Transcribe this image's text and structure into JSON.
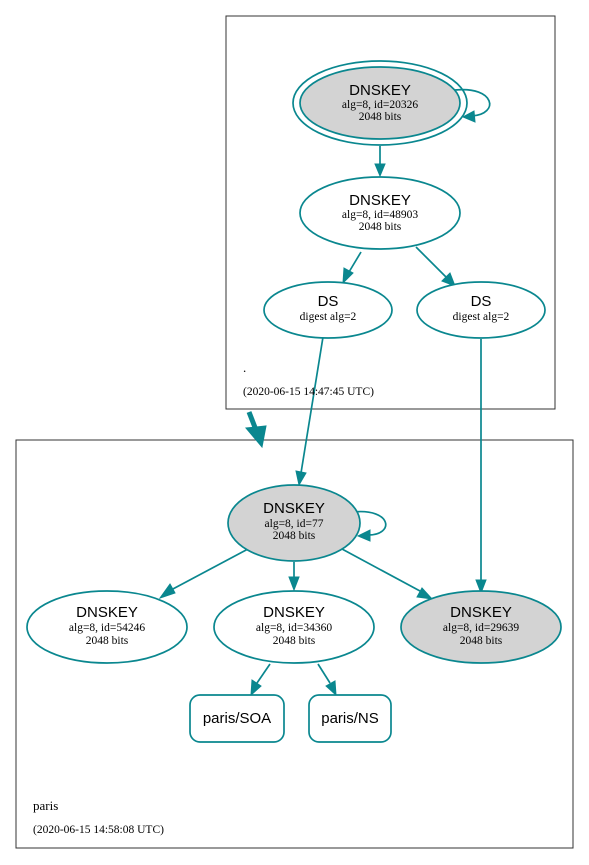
{
  "colors": {
    "edge": "#0a878f",
    "node_border": "#0a878f",
    "trust_anchor_fill": "#d3d3d3",
    "plain_fill": "#ffffff",
    "zone_border": "#333333"
  },
  "zones": {
    "root": {
      "name": ".",
      "timestamp": "(2020-06-15 14:47:45 UTC)"
    },
    "paris": {
      "name": "paris",
      "timestamp": "(2020-06-15 14:58:08 UTC)"
    }
  },
  "nodes": {
    "root_ksk": {
      "title": "DNSKEY",
      "line1": "alg=8, id=20326",
      "line2": "2048 bits"
    },
    "root_zsk": {
      "title": "DNSKEY",
      "line1": "alg=8, id=48903",
      "line2": "2048 bits"
    },
    "ds_a": {
      "title": "DS",
      "line1": "digest alg=2"
    },
    "ds_b": {
      "title": "DS",
      "line1": "digest alg=2"
    },
    "paris_ksk": {
      "title": "DNSKEY",
      "line1": "alg=8, id=77",
      "line2": "2048 bits"
    },
    "paris_key_54246": {
      "title": "DNSKEY",
      "line1": "alg=8, id=54246",
      "line2": "2048 bits"
    },
    "paris_zsk": {
      "title": "DNSKEY",
      "line1": "alg=8, id=34360",
      "line2": "2048 bits"
    },
    "paris_key_29639": {
      "title": "DNSKEY",
      "line1": "alg=8, id=29639",
      "line2": "2048 bits"
    },
    "paris_soa": {
      "title": "paris/SOA"
    },
    "paris_ns": {
      "title": "paris/NS"
    }
  }
}
